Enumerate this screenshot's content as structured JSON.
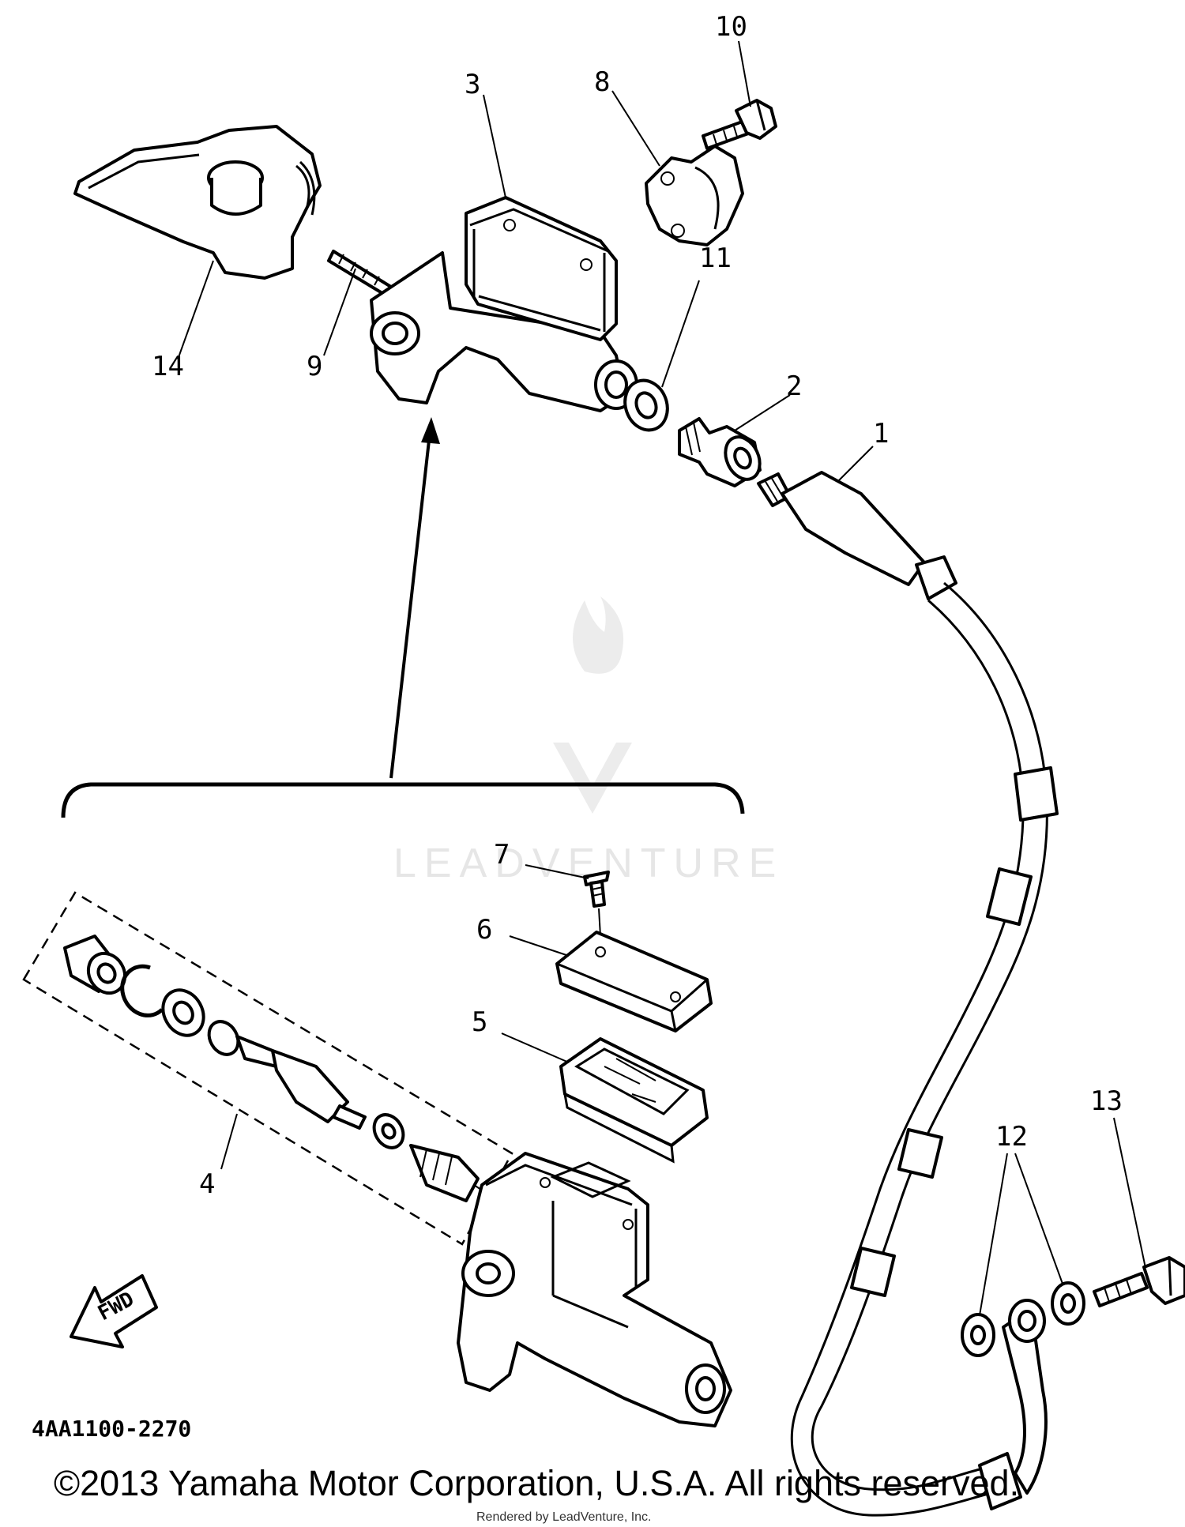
{
  "callouts": [
    "1",
    "2",
    "3",
    "4",
    "5",
    "6",
    "7",
    "8",
    "9",
    "10",
    "11",
    "12",
    "13",
    "14"
  ],
  "drawing_code": "4AA1100-2270",
  "direction_label": "FWD",
  "watermark": "LEADVENTURE",
  "copyright": "©2013 Yamaha Motor Corporation, U.S.A. All rights reserved.",
  "rendered_by": "Rendered by LeadVenture, Inc."
}
